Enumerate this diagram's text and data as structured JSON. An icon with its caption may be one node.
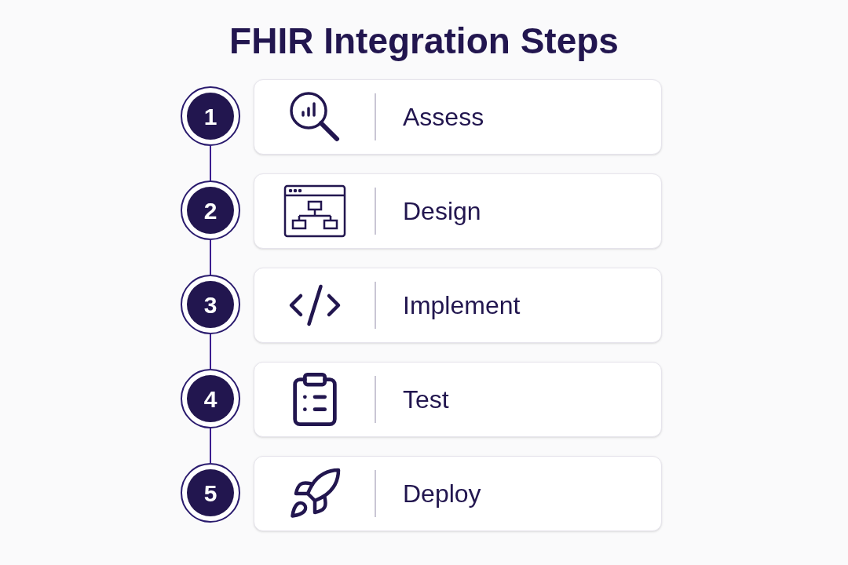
{
  "diagram": {
    "title": "FHIR Integration Steps",
    "nodes": [
      {
        "text": [
          "1"
        ]
      },
      {
        "text": [
          "Assess"
        ]
      },
      {
        "text": [
          "2"
        ]
      },
      {
        "text": [
          "Design"
        ]
      },
      {
        "text": [
          "3"
        ]
      },
      {
        "text": [
          "Implement"
        ]
      },
      {
        "text": [
          "4"
        ]
      },
      {
        "text": [
          "Test"
        ]
      },
      {
        "text": [
          "5"
        ]
      },
      {
        "text": [
          "Deploy"
        ]
      }
    ],
    "edges": [
      {
        "from": 0,
        "to": 2,
        "arrow": "none"
      },
      {
        "from": 2,
        "to": 4,
        "arrow": "none"
      },
      {
        "from": 4,
        "to": 6,
        "arrow": "none"
      },
      {
        "from": 6,
        "to": 8,
        "arrow": "none"
      }
    ]
  }
}
